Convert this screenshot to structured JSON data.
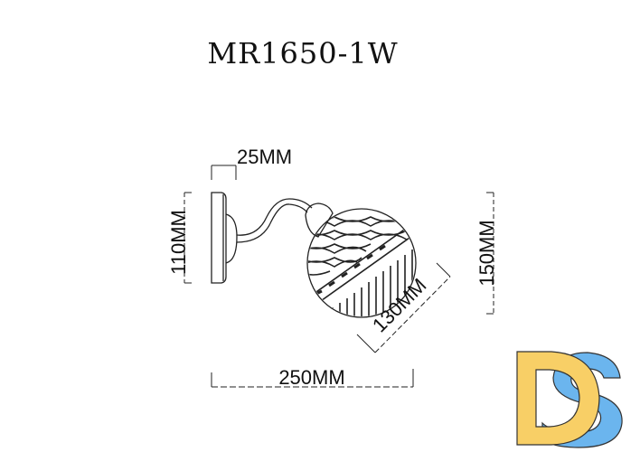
{
  "title": "MR1650-1W",
  "dimensions": {
    "backplate_depth": "25MM",
    "backplate_height": "110MM",
    "total_height": "150MM",
    "shade_diameter": "130MM",
    "total_length": "250MM"
  },
  "logo": {
    "letters": "DS",
    "colors": {
      "d": "#F8CF66",
      "s": "#6BB5EE",
      "outline": "#333333"
    }
  }
}
